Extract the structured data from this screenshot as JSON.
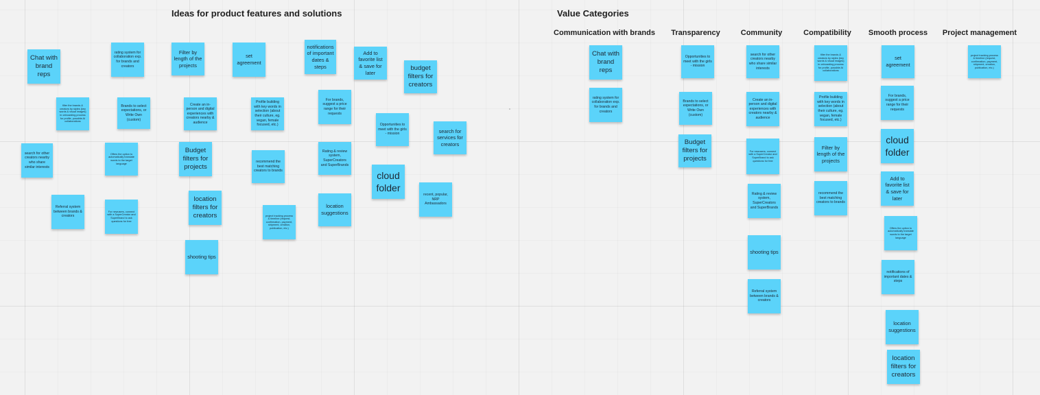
{
  "headings": {
    "ideas": "Ideas for product features and solutions",
    "value": "Value Categories"
  },
  "categories": [
    "Communication with brands",
    "Transparency",
    "Community",
    "Compatibility",
    "Smooth process",
    "Project management"
  ],
  "notes": {
    "chat_with_brand_reps": "Chat with brand reps",
    "rating_system_collab": "rating system for collaboration exp. for brands and creators",
    "filter_by_length": "Filter by length of the projects",
    "set_agreement": "set agreement",
    "notifications": "notifications of important dates & steps",
    "add_to_favorite": "Add to favorite list & save for later",
    "budget_filters_for_creators": "budget filters for creators",
    "filter_brands_creators_styles": "filter the brands & creators by styles (key words & visual images) in onboarding process for profile, possible AI collaborations",
    "brands_select_expectations": "Brands to select expectations, or Write Own (custom)",
    "create_in_person_digital": "Create an in-person and digital experiences with creators nearby & audience",
    "profile_building": "Profile building with key words in selection (about their culture, eg. vegan, female focused, etc.)",
    "for_brands_price_range": "For brands, suggest a price range for their requests",
    "opportunities_meet_girls": "Opportunities to meet with the girls - mission",
    "search_for_services": "search for services for creators",
    "search_other_creators": "search for other creators nearby who share similar interests",
    "offers_translate": "Offers the option to automatically translate words to the target language",
    "budget_filters_for_projects": "Budget filters for projects",
    "recommend_best_matching": "recommend the best matching creators to brands",
    "rating_review_system": "Rating & review system, SuperCreators and SuperBrands",
    "cloud_folder": "cloud folder",
    "referral_system": "Referral system between brands & creators",
    "for_newusers_connect": "For newusers, connect with a SuperCreator and SuperBrand to ask questions for free",
    "location_filters_for_creators": "location filters for creators",
    "project_tracking": "project tracking process & timeline (request, confirmation, payment, shipment, creation, publication, etc.)",
    "location_suggestions": "location suggestions",
    "recent_popular_nrp": "recent, popular, NRP Ambassadors",
    "shooting_tips": "shooting tips"
  }
}
